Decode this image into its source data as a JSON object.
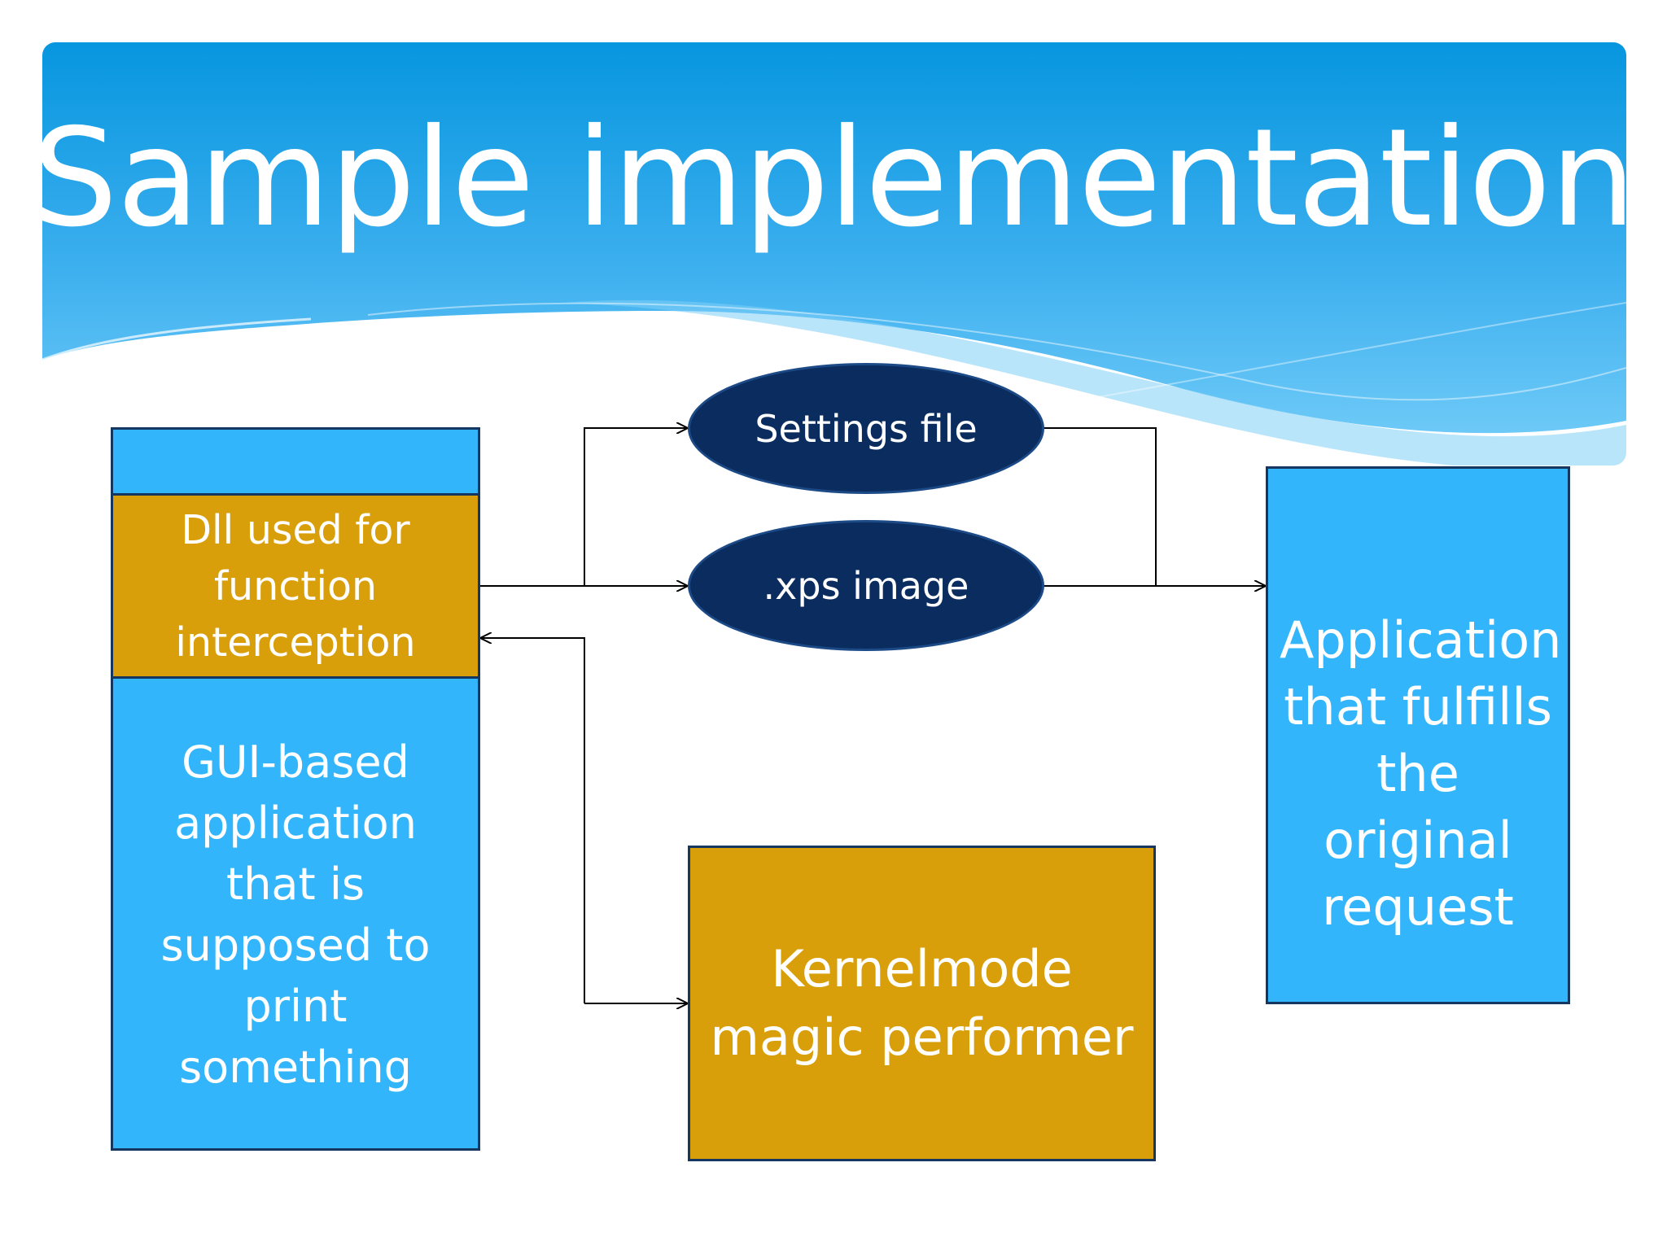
{
  "slide": {
    "title": "Sample implementation"
  },
  "diagram": {
    "gui_app": "GUI-based application that is supposed to print something",
    "dll": "Dll used for function interception",
    "settings_file": "Settings file",
    "xps_image": ".xps image",
    "kernelmode": "Kernelmode magic performer",
    "fulfilling_app": "Application that fulfills the original request"
  },
  "colors": {
    "header_top": "#0796df",
    "header_bottom": "#53bdf5",
    "box_blue": "#33b5fb",
    "box_gold": "#d99f0b",
    "oval_navy": "#0b2c5e"
  }
}
